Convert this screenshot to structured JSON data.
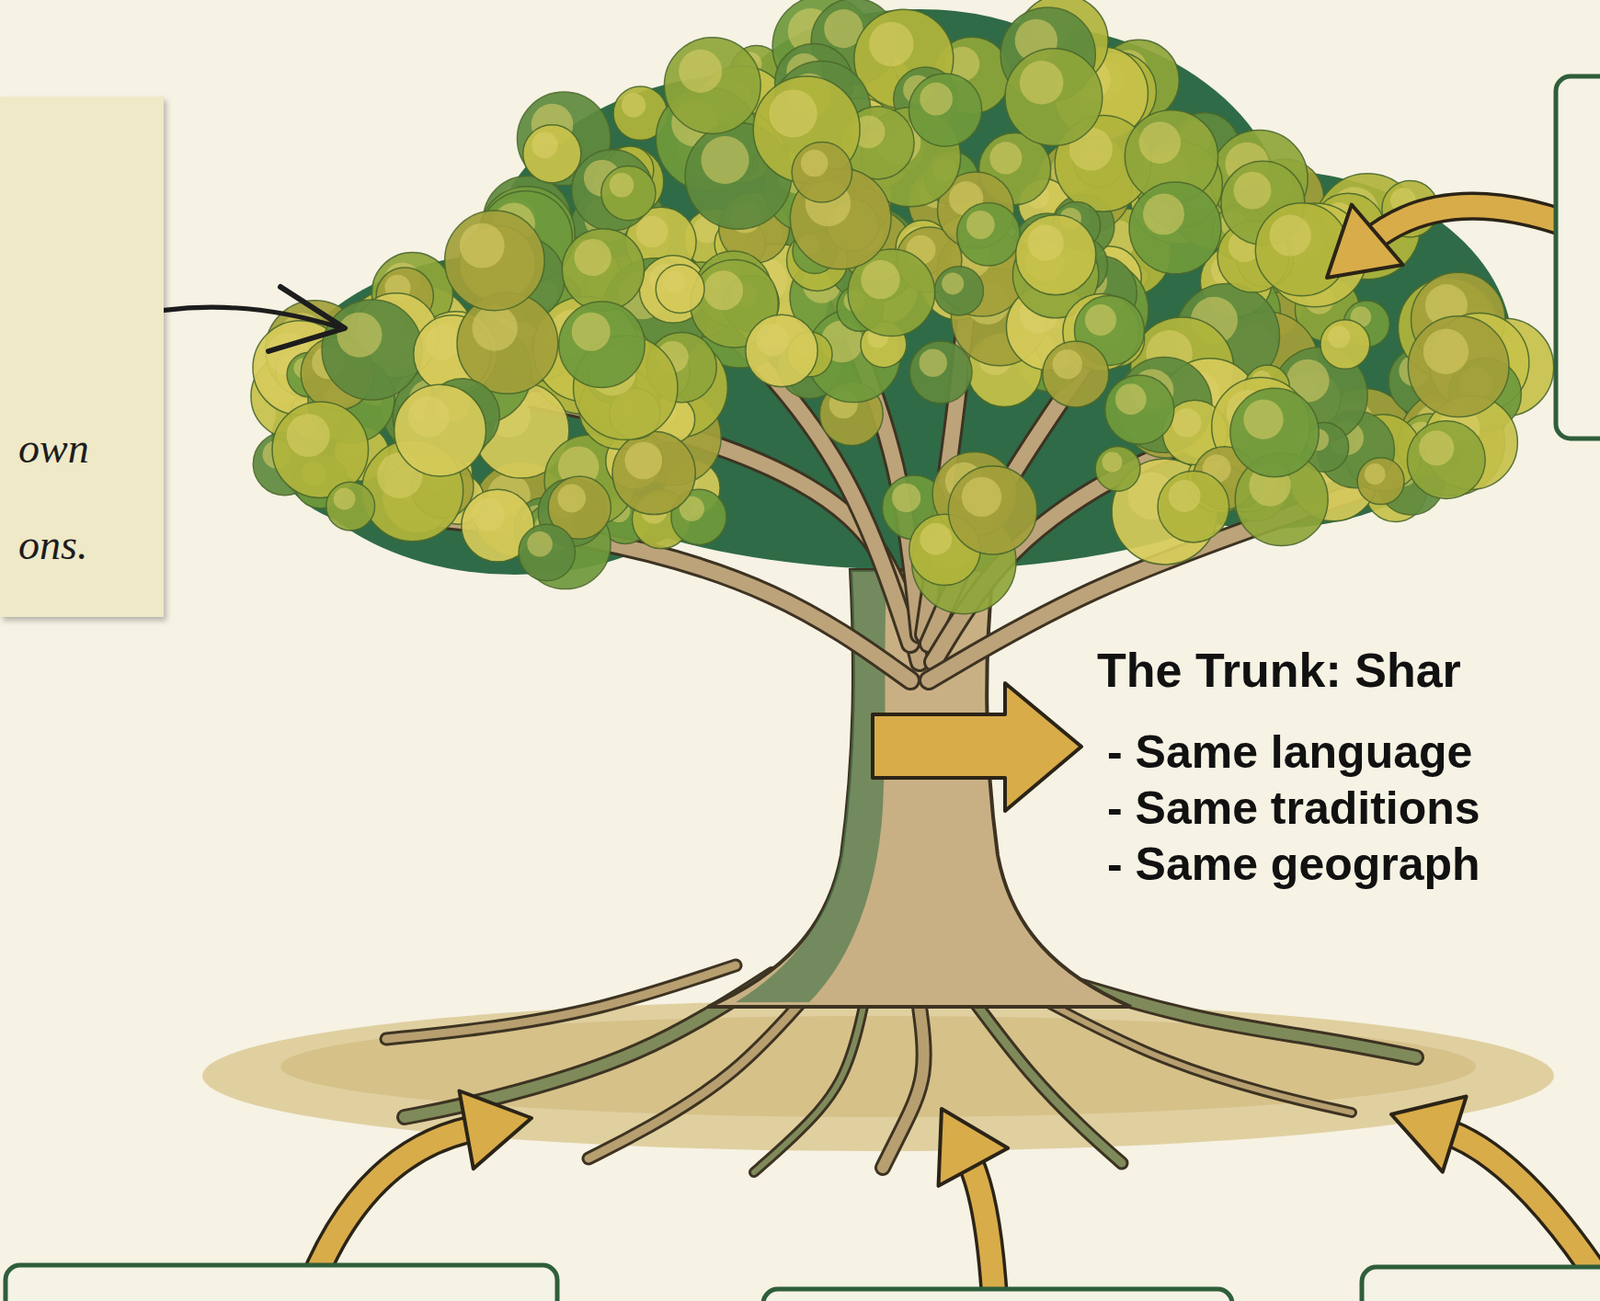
{
  "diagram": {
    "nodes": [
      {
        "text": [
          "own ons."
        ]
      }
    ],
    "labels": [
      "The Trunk: Shar",
      "- Same language",
      "- Same traditions",
      "- Same geograph"
    ]
  }
}
